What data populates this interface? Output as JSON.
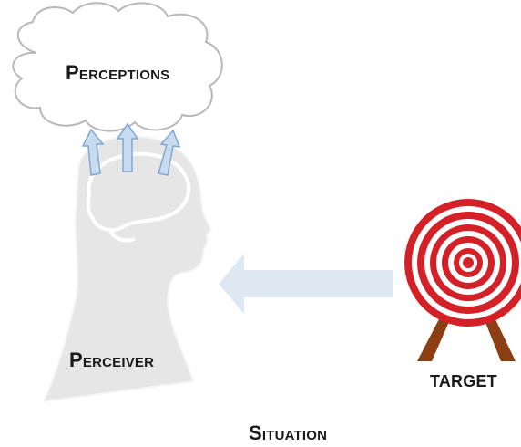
{
  "labels": {
    "perceptions": "Perceptions",
    "perceiver": "Perceiver",
    "target": "TARGET",
    "situation": "Situation"
  },
  "colors": {
    "cloud_stroke": "#b8b8b8",
    "head_fill": "#e6e6e6",
    "head_outline": "#ffffff",
    "arrow_fill": "#dde8f3",
    "small_arrow_fill": "#c9dcef",
    "small_arrow_stroke": "#7fa8d4",
    "target_red": "#d42027",
    "stand_brown": "#8b3f12"
  },
  "icons": {
    "cloud": "thought-cloud-icon",
    "head": "head-silhouette-icon",
    "brain": "brain-outline-icon",
    "target": "bullseye-target-icon",
    "stand": "target-stand-icon"
  }
}
